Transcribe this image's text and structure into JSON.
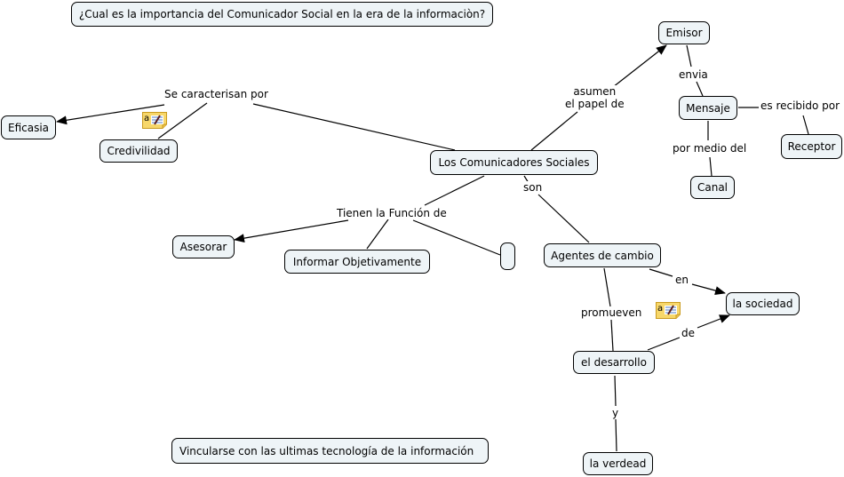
{
  "title": "¿Cual es la importancia del Comunicador Social en la era de la informaciòn?",
  "concepts": {
    "central": "Los Comunicadores Sociales",
    "eficasia": "Eficasia",
    "credivilidad": "Credivilidad",
    "emisor": "Emisor",
    "mensaje": "Mensaje",
    "receptor": "Receptor",
    "canal": "Canal",
    "asesorar": "Asesorar",
    "informar": "Informar Objetivamente",
    "empty": "",
    "agentes": "Agentes de cambio",
    "sociedad": "la sociedad",
    "desarrollo": "el desarrollo",
    "verdead": "la verdead",
    "vincularse": "Vincularse con las  ultimas tecnología de la información"
  },
  "linking_phrases": {
    "caracterisan": "Se caracterisan por",
    "asumen_1": "asumen",
    "asumen_2": "el papel de",
    "envia": "envia",
    "recibido": "es recibido por",
    "medio": "por medio del",
    "son": "son",
    "funcion": "Tienen la Función de",
    "en": "en",
    "promueven": "promueven",
    "de": "de",
    "y": "y"
  },
  "annotations": [
    {
      "icon": "note-annotation-icon"
    },
    {
      "icon": "note-annotation-icon"
    }
  ]
}
